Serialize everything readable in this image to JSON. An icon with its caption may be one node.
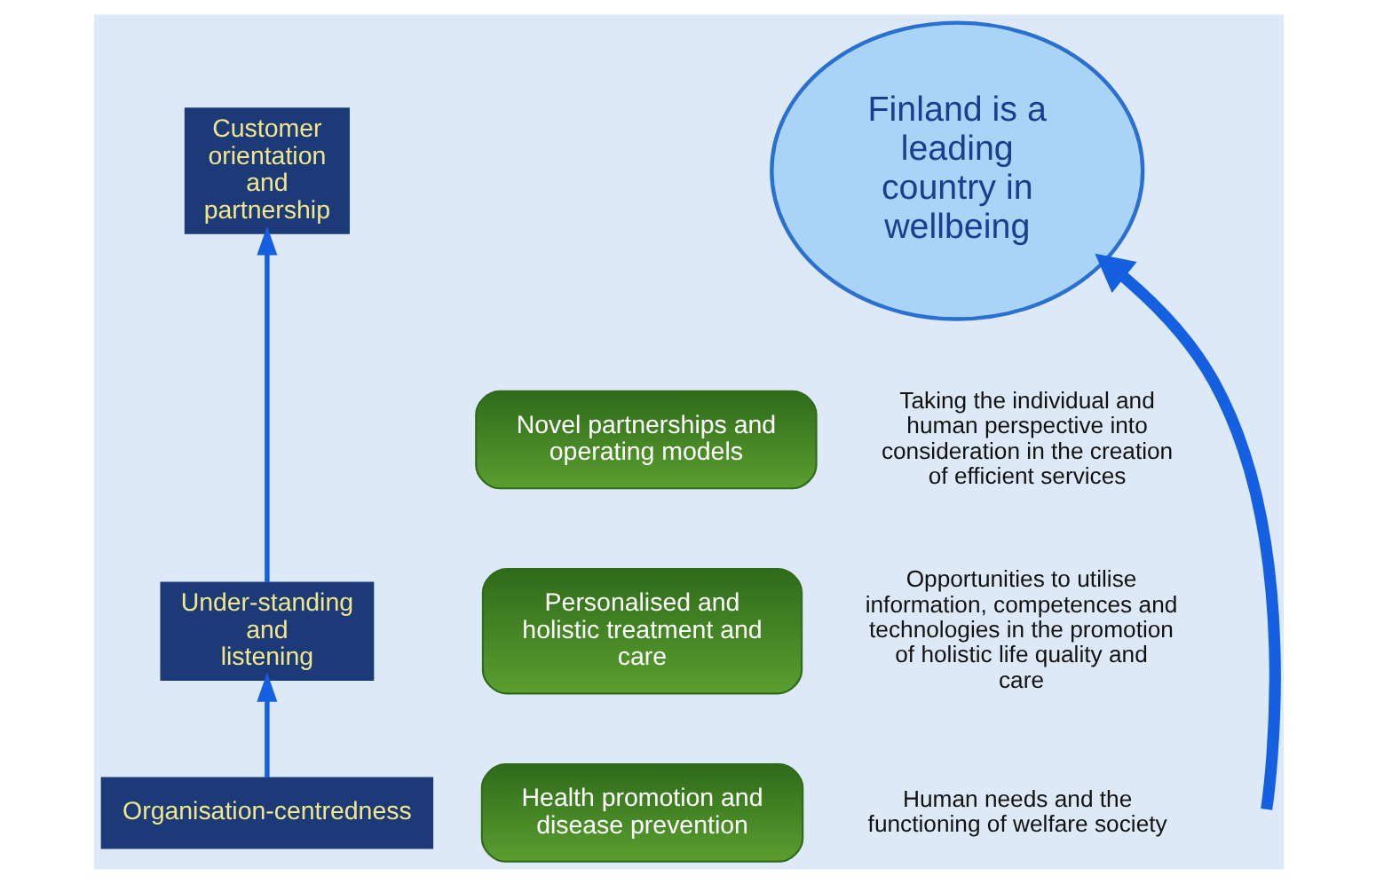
{
  "diagram": {
    "nodes": [
      {
        "text": [
          "Finland is a leading country in wellbeing"
        ]
      },
      {
        "text": [
          "Novel partnerships and operating models"
        ],
        "beside": [
          "Taking the individual and human perspective into consideration in the creation of efficient services"
        ]
      },
      {
        "text": [
          "Personalised and holistic treatment and care"
        ],
        "beside": [
          "Opportunities to utilise information, competences and technologies in the promotion of holistic life quality and care"
        ]
      },
      {
        "text": [
          "Health promotion and disease prevention"
        ],
        "beside": [
          "Human needs and the functioning of welfare society"
        ]
      },
      {
        "text": [
          "Customer orientation and partnership"
        ]
      },
      {
        "text": [
          "Under-standing and listening"
        ]
      },
      {
        "text": [
          "Organisation-centredness"
        ]
      }
    ],
    "edges": [
      {
        "from": null,
        "to": 0,
        "arrow": "to",
        "style": "thick"
      },
      {
        "from": 6,
        "to": 5,
        "arrow": "to"
      },
      {
        "from": 5,
        "to": 4,
        "arrow": "to"
      }
    ]
  }
}
